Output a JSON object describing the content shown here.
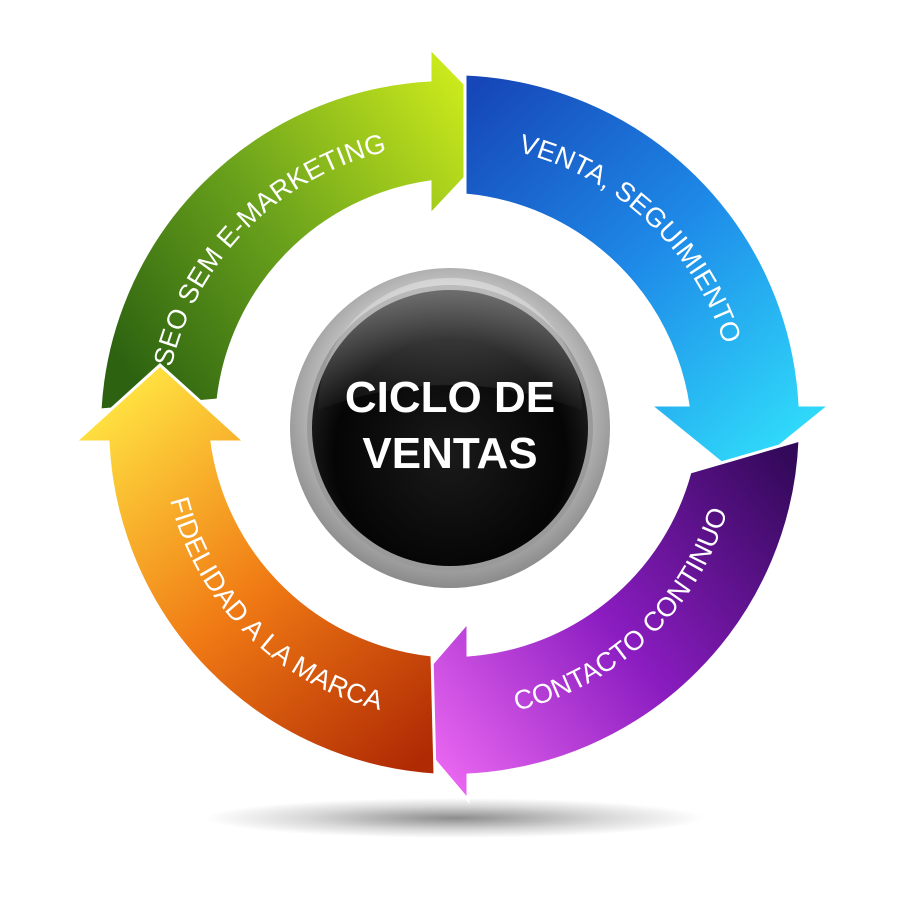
{
  "diagram": {
    "center": {
      "line1": "CICLO DE",
      "line2": "VENTAS"
    },
    "segments": [
      {
        "label": "SEO SEM E-MARKETING",
        "color_start": "#2f6a12",
        "color_end": "#c8e81a"
      },
      {
        "label": "VENTA, SEGUIMIENTO",
        "color_start": "#1a52c8",
        "color_end": "#2ad0f8"
      },
      {
        "label": "CONTACTO CONTINUO",
        "color_start": "#3a0c64",
        "color_end": "#e860f0"
      },
      {
        "label": "FIDELIDAD A LA MARCA",
        "color_start": "#b83a06",
        "color_end": "#ffd23a"
      }
    ]
  }
}
